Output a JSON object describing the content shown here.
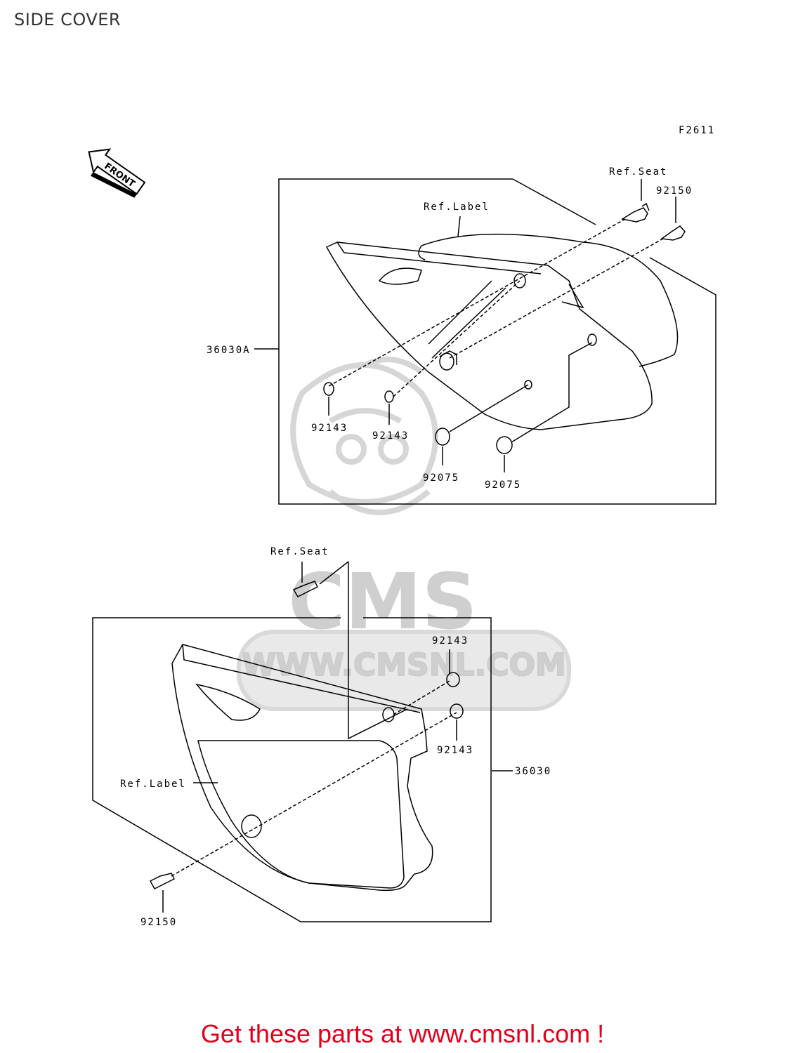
{
  "title": "SIDE COVER",
  "figure_code": "F2611",
  "front_label": "FRONT",
  "watermark": {
    "brand": "CMS",
    "url": "WWW.CMSNL.COM"
  },
  "upper_assembly": {
    "part_label": "36030A",
    "ref_seat": "Ref.Seat",
    "ref_label": "Ref.Label",
    "bolt": "92150",
    "collar_left": "92143",
    "collar_right": "92143",
    "grommet_left": "92075",
    "grommet_right": "92075"
  },
  "lower_assembly": {
    "part_label": "36030",
    "ref_seat": "Ref.Seat",
    "ref_label": "Ref.Label",
    "bolt": "92150",
    "collar_top": "92143",
    "collar_bottom": "92143"
  },
  "footer": "Get these parts at www.cmsnl.com !",
  "colors": {
    "footer": "#e3001b",
    "lines": "#000000",
    "watermark": "#d9d9d9"
  }
}
